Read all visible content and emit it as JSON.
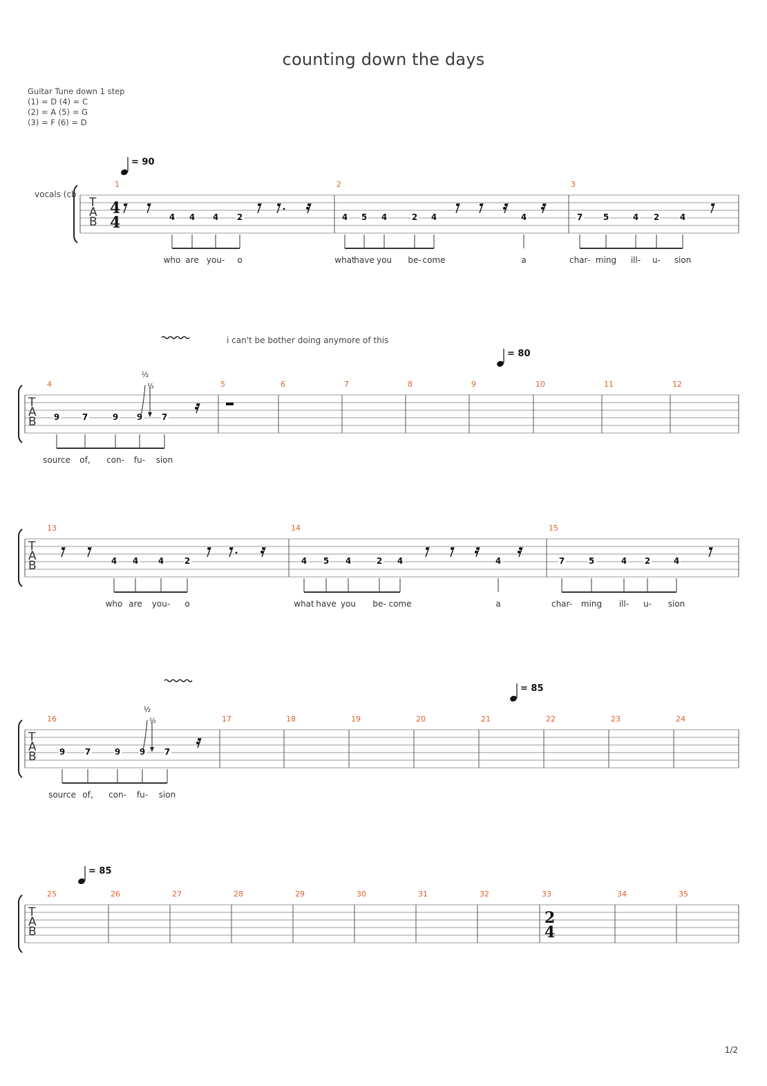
{
  "title": "counting down the days",
  "tuning": {
    "header": "Guitar Tune down 1 step",
    "lines": [
      "(1) = D (4) = C",
      "(2) = A (5) = G",
      "(3) = F (6) = D"
    ]
  },
  "track_name": "vocals (cb",
  "annotation": "i can't be bother doing anymore of this",
  "page_number": "1/2",
  "systems": [
    {
      "tempo": "= 90",
      "time_signature": [
        "4",
        "4"
      ],
      "measures": [
        {
          "number": "1",
          "notes": [
            {
              "fret": "4",
              "lyric": "who"
            },
            {
              "fret": "4",
              "lyric": "are"
            },
            {
              "fret": "4",
              "lyric": "you-"
            },
            {
              "fret": "2",
              "lyric": "o"
            }
          ]
        },
        {
          "number": "2",
          "notes": [
            {
              "fret": "4",
              "lyric": "what"
            },
            {
              "fret": "5",
              "lyric": "have"
            },
            {
              "fret": "4",
              "lyric": "you"
            },
            {
              "fret": "2",
              "lyric": "be-"
            },
            {
              "fret": "4",
              "lyric": "come"
            },
            {
              "fret": "4",
              "lyric": "a"
            }
          ]
        },
        {
          "number": "3",
          "notes": [
            {
              "fret": "7",
              "lyric": "char-"
            },
            {
              "fret": "5",
              "lyric": "ming"
            },
            {
              "fret": "4",
              "lyric": "ill-"
            },
            {
              "fret": "2",
              "lyric": "u-"
            },
            {
              "fret": "4",
              "lyric": "sion"
            }
          ]
        }
      ]
    },
    {
      "tempo": "= 80",
      "bend": "½",
      "measures": [
        {
          "number": "4",
          "notes": [
            {
              "fret": "9",
              "lyric": "source"
            },
            {
              "fret": "7",
              "lyric": "of,"
            },
            {
              "fret": "9",
              "lyric": "con-"
            },
            {
              "fret": "9",
              "lyric": "fu-"
            },
            {
              "fret": "7",
              "lyric": "sion"
            }
          ]
        },
        {
          "number": "5",
          "notes": []
        },
        {
          "number": "6",
          "notes": []
        },
        {
          "number": "7",
          "notes": []
        },
        {
          "number": "8",
          "notes": []
        },
        {
          "number": "9",
          "notes": []
        },
        {
          "number": "10",
          "notes": []
        },
        {
          "number": "11",
          "notes": []
        },
        {
          "number": "12",
          "notes": []
        }
      ]
    },
    {
      "measures": [
        {
          "number": "13",
          "notes": [
            {
              "fret": "4",
              "lyric": "who"
            },
            {
              "fret": "4",
              "lyric": "are"
            },
            {
              "fret": "4",
              "lyric": "you-"
            },
            {
              "fret": "2",
              "lyric": "o"
            }
          ]
        },
        {
          "number": "14",
          "notes": [
            {
              "fret": "4",
              "lyric": "what"
            },
            {
              "fret": "5",
              "lyric": "have"
            },
            {
              "fret": "4",
              "lyric": "you"
            },
            {
              "fret": "2",
              "lyric": "be-"
            },
            {
              "fret": "4",
              "lyric": "come"
            },
            {
              "fret": "4",
              "lyric": "a"
            }
          ]
        },
        {
          "number": "15",
          "notes": [
            {
              "fret": "7",
              "lyric": "char-"
            },
            {
              "fret": "5",
              "lyric": "ming"
            },
            {
              "fret": "4",
              "lyric": "ill-"
            },
            {
              "fret": "2",
              "lyric": "u-"
            },
            {
              "fret": "4",
              "lyric": "sion"
            }
          ]
        }
      ]
    },
    {
      "tempo": "= 85",
      "bend": "½",
      "measures": [
        {
          "number": "16",
          "notes": [
            {
              "fret": "9",
              "lyric": "source"
            },
            {
              "fret": "7",
              "lyric": "of,"
            },
            {
              "fret": "9",
              "lyric": "con-"
            },
            {
              "fret": "9",
              "lyric": "fu-"
            },
            {
              "fret": "7",
              "lyric": "sion"
            }
          ]
        },
        {
          "number": "17",
          "notes": []
        },
        {
          "number": "18",
          "notes": []
        },
        {
          "number": "19",
          "notes": []
        },
        {
          "number": "20",
          "notes": []
        },
        {
          "number": "21",
          "notes": []
        },
        {
          "number": "22",
          "notes": []
        },
        {
          "number": "23",
          "notes": []
        },
        {
          "number": "24",
          "notes": []
        }
      ]
    },
    {
      "tempo": "= 85",
      "measures": [
        {
          "number": "25",
          "notes": []
        },
        {
          "number": "26",
          "notes": []
        },
        {
          "number": "27",
          "notes": []
        },
        {
          "number": "28",
          "notes": []
        },
        {
          "number": "29",
          "notes": []
        },
        {
          "number": "30",
          "notes": []
        },
        {
          "number": "31",
          "notes": []
        },
        {
          "number": "32",
          "notes": []
        },
        {
          "number": "33",
          "notes": [],
          "time_signature": [
            "2",
            "4"
          ]
        },
        {
          "number": "34",
          "notes": []
        },
        {
          "number": "35",
          "notes": []
        }
      ]
    }
  ],
  "colors": {
    "measure_number": "#e0602b",
    "staff_line": "#999999",
    "text": "#333333"
  }
}
